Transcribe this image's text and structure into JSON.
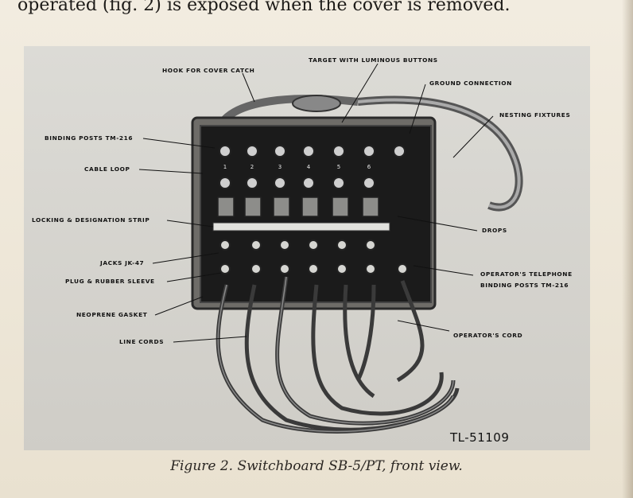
{
  "page": {
    "intro_text": "operated (fig. 2) is exposed when the cover is removed.",
    "figure_id": "TL-51109",
    "caption": "Figure 2.   Switchboard SB-5/PT, front view."
  },
  "callouts": {
    "hook": "HOOK FOR COVER CATCH",
    "target": "TARGET WITH LUMINOUS BUTTONS",
    "ground": "GROUND CONNECTION",
    "nesting": "NESTING FIXTURES",
    "binding_posts": "BINDING POSTS TM-216",
    "cable_loop": "CABLE LOOP",
    "locking_strip": "LOCKING & DESIGNATION STRIP",
    "drops": "DROPS",
    "jacks": "JACKS JK-47",
    "plug": "PLUG & RUBBER SLEEVE",
    "operator_tel": "OPERATOR'S TELEPHONE",
    "operator_posts": "BINDING POSTS TM-216",
    "gasket": "NEOPRENE GASKET",
    "operator_cord": "OPERATOR'S CORD",
    "line_cords": "LINE CORDS"
  },
  "panel": {
    "post_numbers": [
      "1",
      "2",
      "3",
      "4",
      "5",
      "6"
    ]
  }
}
